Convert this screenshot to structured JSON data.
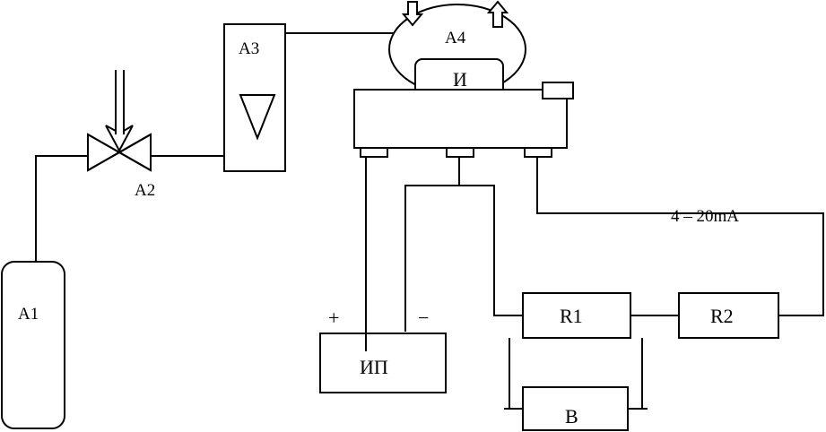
{
  "components": {
    "a1": {
      "label": "A1"
    },
    "a2": {
      "label": "A2"
    },
    "a3": {
      "label": "A3"
    },
    "a4": {
      "label": "A4"
    },
    "sensor": {
      "label": "И"
    },
    "power": {
      "label": "ИП",
      "plus": "+",
      "minus": "−"
    },
    "r1": {
      "label": "R1"
    },
    "r2": {
      "label": "R2"
    },
    "voltmeter": {
      "label": "B"
    }
  },
  "signal": {
    "label": "4 – 20mA"
  }
}
